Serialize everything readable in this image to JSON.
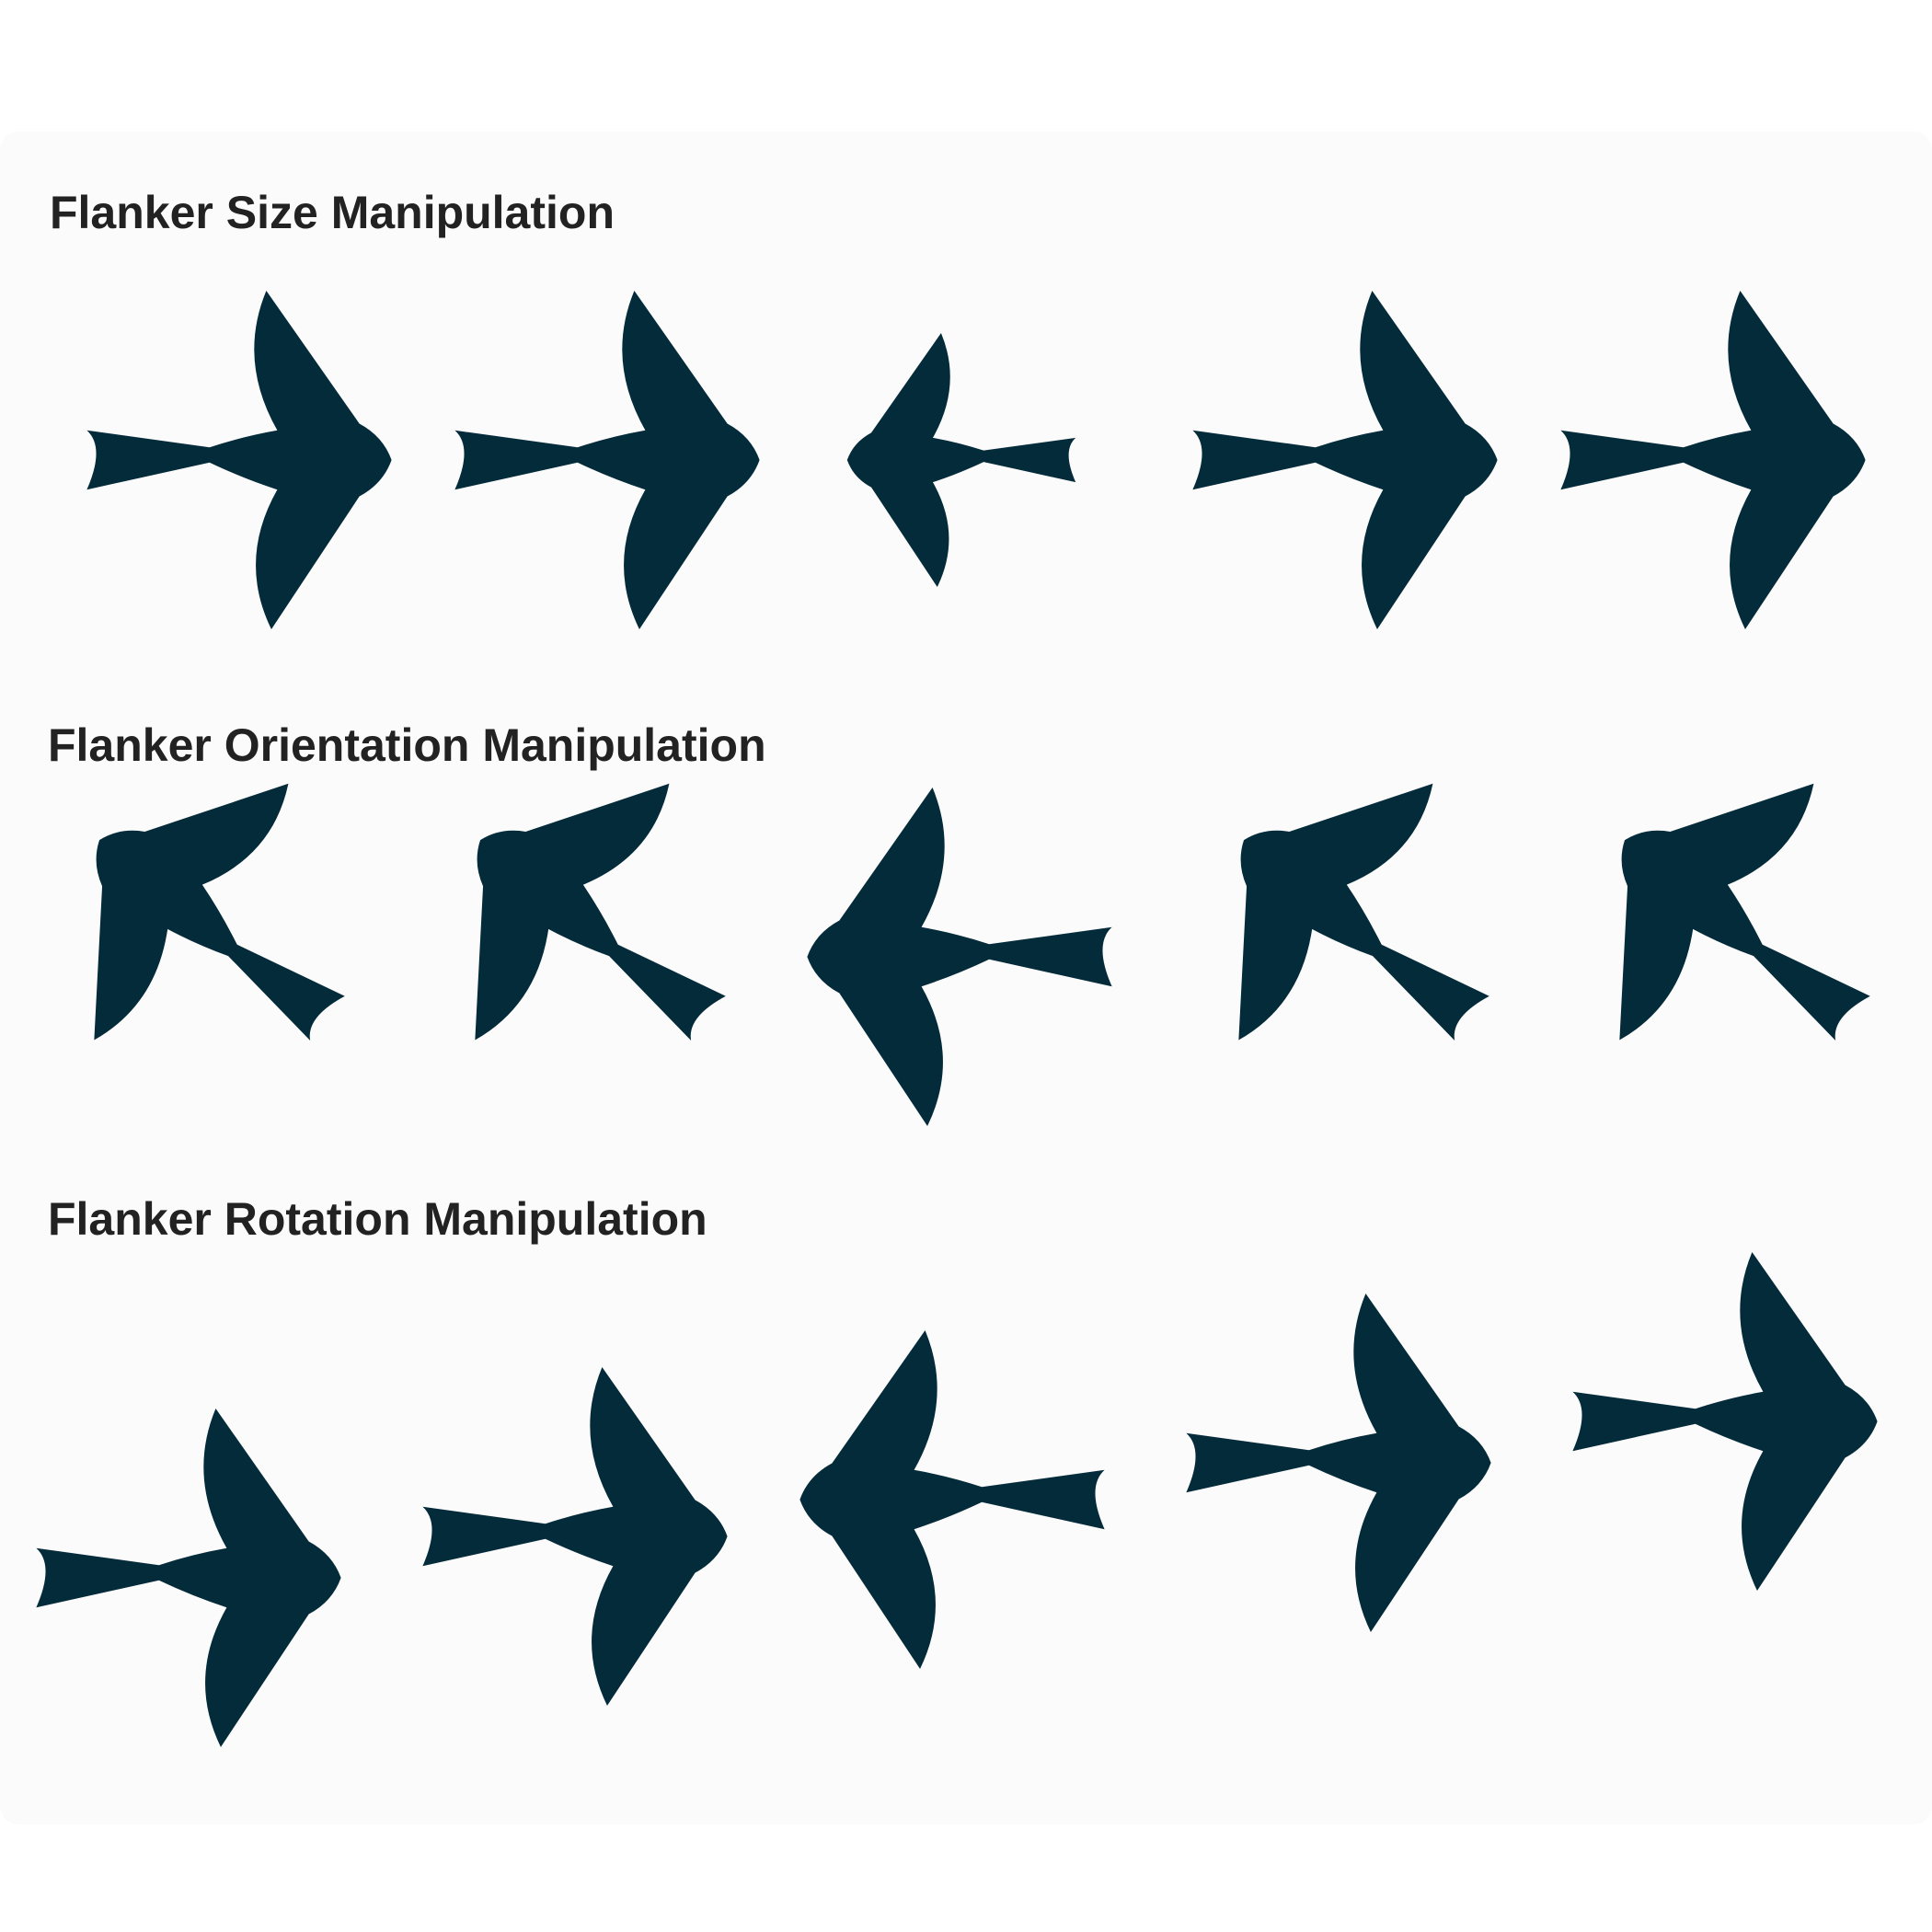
{
  "bird_color": "#042b3a",
  "bird_icon": "swallow-bird-silhouette",
  "rows": [
    {
      "title": "Flanker Size Manipulation",
      "flankers": [
        {
          "facing": "right",
          "rotation_deg": 0,
          "scale": 1.0
        },
        {
          "facing": "right",
          "rotation_deg": 0,
          "scale": 1.0
        },
        {
          "role": "target",
          "facing": "left",
          "rotation_deg": 0,
          "scale": 0.75
        },
        {
          "facing": "right",
          "rotation_deg": 0,
          "scale": 1.0
        },
        {
          "facing": "right",
          "rotation_deg": 0,
          "scale": 1.0
        }
      ]
    },
    {
      "title": "Flanker Orientation Manipulation",
      "flankers": [
        {
          "facing": "upper-left",
          "rotation_deg": -142,
          "scale": 0.95
        },
        {
          "facing": "upper-left",
          "rotation_deg": -142,
          "scale": 0.95
        },
        {
          "role": "target",
          "facing": "left",
          "rotation_deg": 0,
          "scale": 1.0
        },
        {
          "facing": "upper-left",
          "rotation_deg": -142,
          "scale": 0.95
        },
        {
          "facing": "upper-left",
          "rotation_deg": -142,
          "scale": 0.95
        }
      ]
    },
    {
      "title": "Flanker Rotation Manipulation",
      "flankers": [
        {
          "facing": "right",
          "rotation_deg": 0,
          "scale": 1.0
        },
        {
          "facing": "right",
          "rotation_deg": 0,
          "scale": 1.0
        },
        {
          "role": "target",
          "facing": "left",
          "rotation_deg": 0,
          "scale": 1.0
        },
        {
          "facing": "right",
          "rotation_deg": 0,
          "scale": 1.0
        },
        {
          "facing": "right",
          "rotation_deg": 0,
          "scale": 1.0
        }
      ]
    }
  ]
}
